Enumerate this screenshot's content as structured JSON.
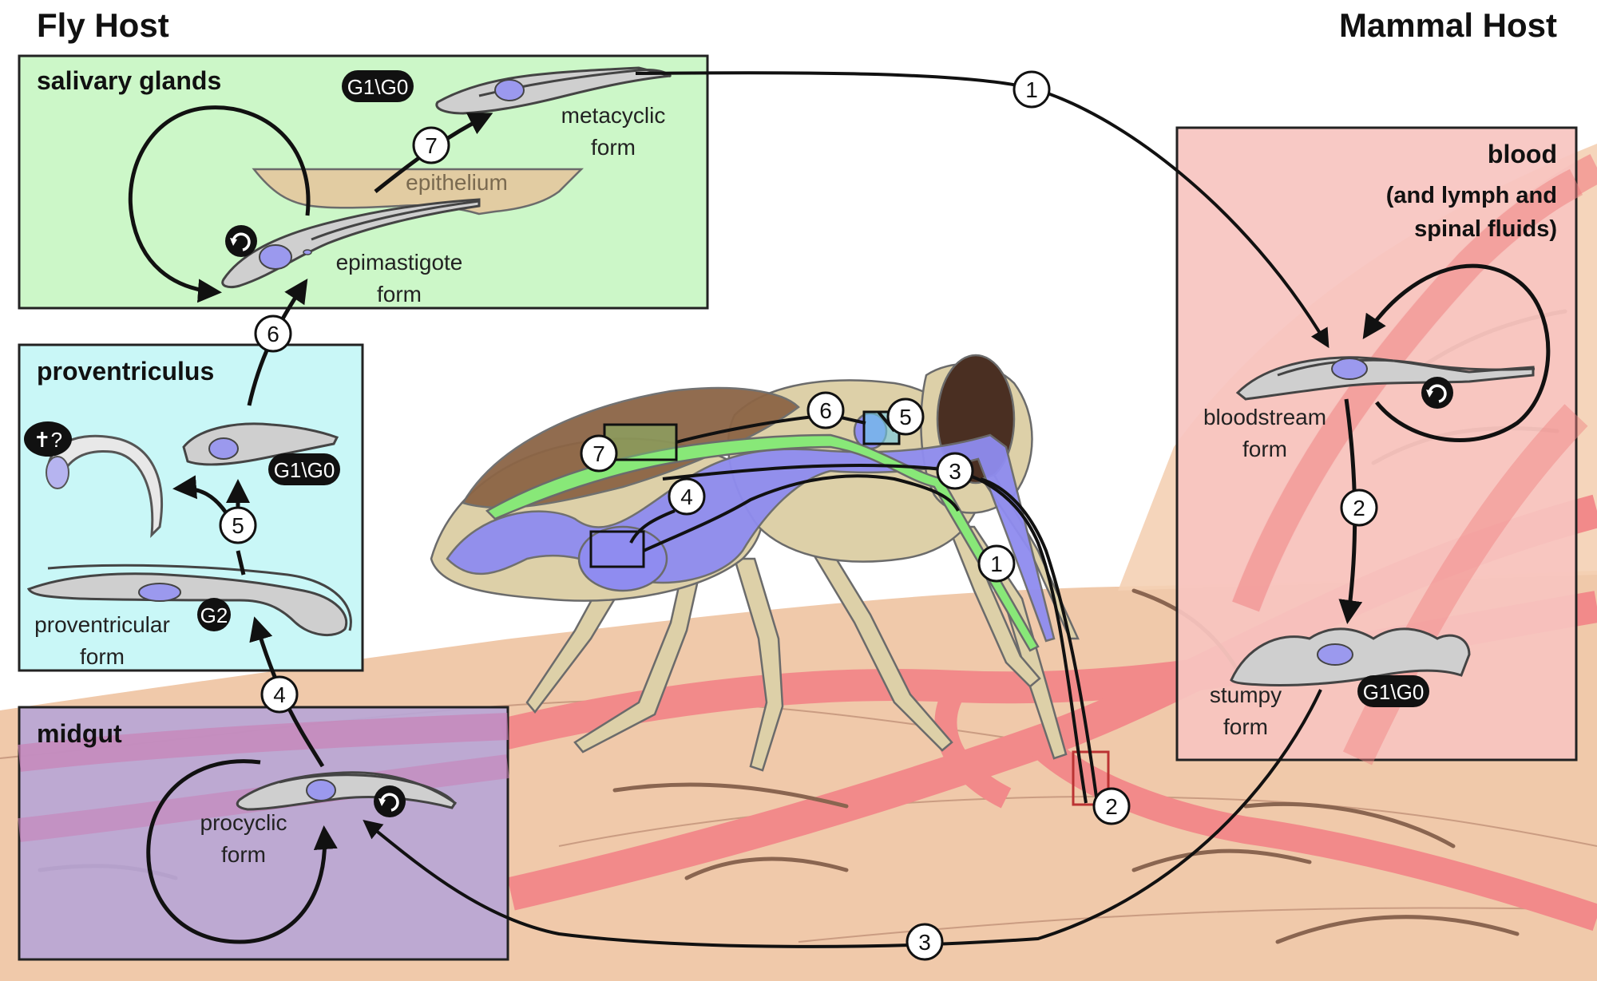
{
  "hosts": {
    "fly": "Fly Host",
    "mammal": "Mammal Host"
  },
  "compartments": {
    "salivary": "salivary glands",
    "proventriculus": "proventriculus",
    "midgut": "midgut",
    "blood_line1": "blood",
    "blood_line2": "(and lymph and",
    "blood_line3": "spinal fluids)"
  },
  "labels": {
    "epithelium": "epithelium",
    "metacyclic_l1": "metacyclic",
    "metacyclic_l2": "form",
    "epimastigote_l1": "epimastigote",
    "epimastigote_l2": "form",
    "proventricular_l1": "proventricular",
    "proventricular_l2": "form",
    "procyclic_l1": "procyclic",
    "procyclic_l2": "form",
    "bloodstream_l1": "bloodstream",
    "bloodstream_l2": "form",
    "stumpy_l1": "stumpy",
    "stumpy_l2": "form"
  },
  "badges": {
    "g1g0": "G1\\G0",
    "g2": "G2",
    "death": "✝?"
  },
  "steps": [
    "1",
    "2",
    "3",
    "4",
    "5",
    "6",
    "7"
  ],
  "colors": {
    "salivary_bg": "#ccf7c8",
    "proventriculus_bg": "#c9f7f7",
    "midgut_bg": "#b8a6d6",
    "blood_bg": "#f7c4c0",
    "skin": "#f0c9aa",
    "vessel": "#f28a8a",
    "fly_body": "#ddd0a8",
    "fly_wing": "#8c6546",
    "fly_eye": "#4a2f22",
    "gut_purple": "#8f8cf0",
    "gland_green": "#88e878",
    "cell_grey": "#cfcfcf",
    "nucleus": "#9b99ee"
  },
  "icons": [
    "cycle-icon",
    "dagger-icon"
  ]
}
